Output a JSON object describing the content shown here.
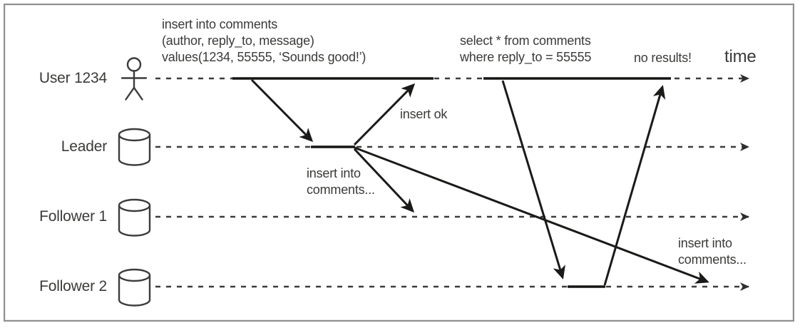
{
  "figure": {
    "lanes": [
      {
        "label": "User 1234",
        "icon": "person"
      },
      {
        "label": "Leader",
        "icon": "database"
      },
      {
        "label": "Follower 1",
        "icon": "database"
      },
      {
        "label": "Follower 2",
        "icon": "database"
      }
    ],
    "annotations": {
      "insert_query": "insert into comments\n(author, reply_to, message)\nvalues(1234, 55555, ‘Sounds good!’)",
      "insert_ok": "insert ok",
      "replication_note_follower1": "insert into\ncomments...",
      "select_query": "select * from comments\nwhere reply_to = 55555",
      "no_results": "no results!",
      "replication_note_follower2": "insert into\ncomments...",
      "time_axis": "time"
    },
    "colors": {
      "message_line": "#1a1a18",
      "timeline_dash": "#3c3c3a",
      "text": "#3a3a38",
      "frame_border": "#8f8f8f",
      "background": "#ffffff"
    }
  }
}
